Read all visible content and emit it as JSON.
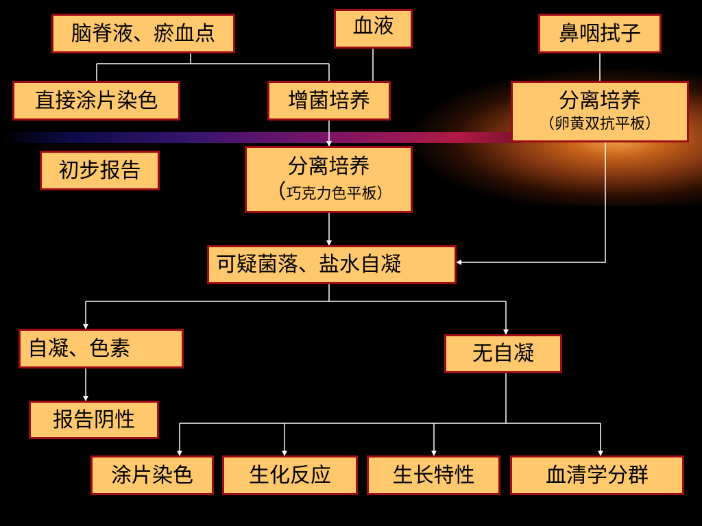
{
  "boxes": {
    "csf_ecchymosis": "脑脊液、瘀血点",
    "blood": "血液",
    "nasopharyngeal_swab": "鼻咽拭子",
    "direct_smear_stain": "直接涂片染色",
    "enrichment_culture": "增菌培养",
    "isolation_culture_right": {
      "line1": "分离培养",
      "line2": "（卵黄双抗平板）"
    },
    "preliminary_report": "初步报告",
    "isolation_culture_center": {
      "line1": "分离培养",
      "line2_paren": "（",
      "line2": "巧克力色平板）"
    },
    "suspicious_colony": "可疑菌落、盐水自凝",
    "self_agglutination_pigment": "自凝、色素",
    "no_self_agglutination": "无自凝",
    "report_negative": "报告阴性",
    "smear_stain": "涂片染色",
    "biochemical_reaction": "生化反应",
    "growth_characteristics": "生长特性",
    "serological_grouping": "血清学分群"
  },
  "colors": {
    "background": "#000000",
    "box_fill": "#ffc86d",
    "box_border": "#9e0d16",
    "connector": "#ffffff"
  }
}
